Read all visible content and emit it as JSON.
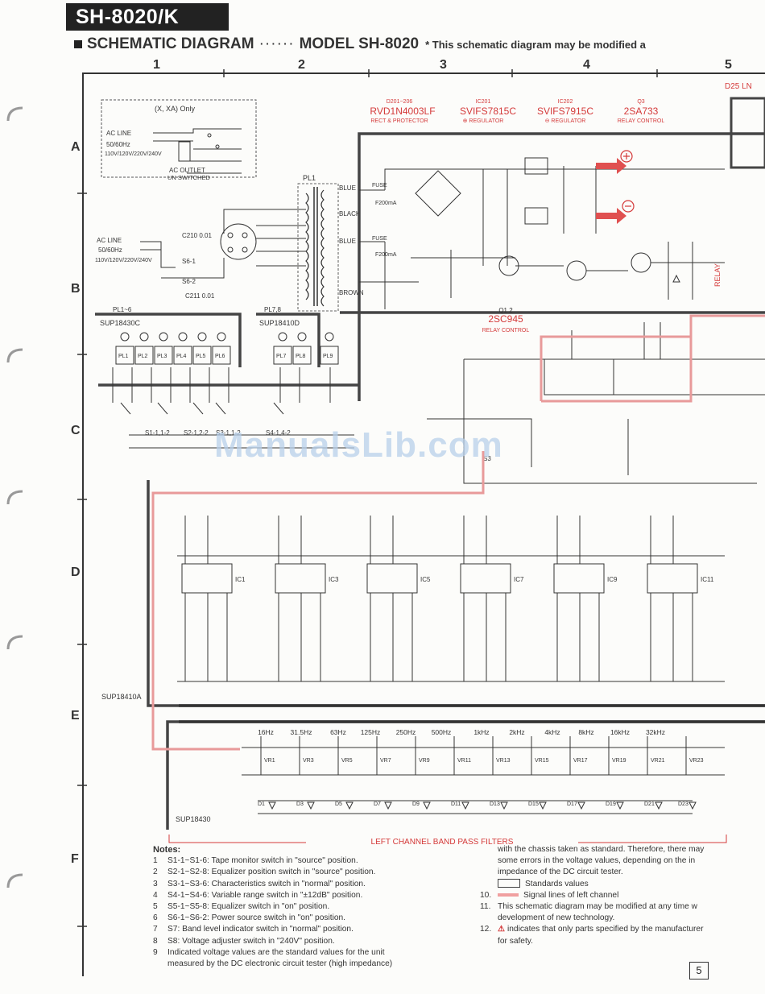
{
  "header": {
    "model_tag": "SH-8020/K",
    "title": "SCHEMATIC DIAGRAM",
    "dots": "······",
    "model": "MODEL SH-8020",
    "note": "* This schematic diagram may be modified a"
  },
  "grid": {
    "columns": [
      "1",
      "2",
      "3",
      "4",
      "5"
    ],
    "rows": [
      "A",
      "B",
      "C",
      "D",
      "E",
      "F"
    ]
  },
  "watermark": "ManualsLib.com",
  "power_section": {
    "export_box_title": "(X, XA) Only",
    "ac_line_1": "AC LINE",
    "ac_freq_1": "50/60Hz",
    "ac_volts_1": "110V/120V/220V/240V",
    "ac_outlet": "AC OUTLET",
    "unswitched": "UN SWITCHED",
    "ac_line_2": "AC LINE",
    "ac_freq_2": "50/60Hz",
    "ac_volts_2": "110V/120V/220V/240V",
    "fuse_1": "FUSE",
    "fuse_1_val": "F200mA",
    "fuse_2": "FUSE",
    "fuse_2_val": "F200mA",
    "wire_blue": "BLUE",
    "wire_black": "BLACK",
    "wire_blue2": "BLUE",
    "wire_brown": "BROWN",
    "s6_1": "S6-1",
    "s6_2": "S6-2",
    "c210": "C210 0.01",
    "c211": "C211 0.01",
    "pl1": "PL1"
  },
  "components": {
    "d201": {
      "ref": "D201~206",
      "part": "RVD1N4003LF",
      "desc": "RECT & PROTECTOR"
    },
    "ic201": {
      "ref": "IC201",
      "part": "SVIFS7815C",
      "desc": "⊕ REGULATOR"
    },
    "ic202": {
      "ref": "IC202",
      "part": "SVIFS7915C",
      "desc": "⊖ REGULATOR"
    },
    "q3": {
      "ref": "Q3",
      "part": "2SA733",
      "desc": "RELAY CONTROL"
    },
    "q12": {
      "ref": "Q1 2",
      "part": "2SC945",
      "desc": "RELAY CONTROL"
    },
    "ln": "D25 LN",
    "relay": "RELAY"
  },
  "switch_labels": {
    "pl_1_6": "PL1~6",
    "pl_7_8": "PL7,8",
    "sup_1": "SUP18430C",
    "sup_2": "SUP18410D",
    "sup_3": "SUP18410A",
    "sup_4": "SUP18430",
    "pl_items": [
      "PL1",
      "PL2",
      "PL3",
      "PL4",
      "PL5",
      "PL6"
    ],
    "pl_7": "PL7",
    "pl_8": "PL8",
    "pl_9": "PL9",
    "s1": "S1-1,1-2",
    "s2": "S2-1,2-2",
    "s3": "S3-1,1-2",
    "s4": "S4-1,4-2",
    "s3b": "S3"
  },
  "filter_ics": [
    "IC1",
    "IC3",
    "IC5",
    "IC7",
    "IC9",
    "IC11"
  ],
  "bands": {
    "labels": [
      "16Hz",
      "31.5Hz",
      "63Hz",
      "125Hz",
      "250Hz",
      "500Hz",
      "1kHz",
      "2kHz",
      "4kHz",
      "8kHz",
      "16kHz",
      "32kHz"
    ],
    "vr_labels": [
      "VR1",
      "VR3",
      "VR5",
      "VR7",
      "VR9",
      "VR11",
      "VR13",
      "VR15",
      "VR17",
      "VR19",
      "VR21",
      "VR23"
    ],
    "led_labels": [
      "D1",
      "D3",
      "D5",
      "D7",
      "D9",
      "D11",
      "D13",
      "D15",
      "D17",
      "D19",
      "D21",
      "D23"
    ],
    "caption": "LEFT CHANNEL BAND PASS FILTERS"
  },
  "notes": {
    "heading": "Notes:",
    "items": [
      {
        "n": "1",
        "text": "S1-1~S1-6: Tape monitor switch in \"source\" position."
      },
      {
        "n": "2",
        "text": "S2-1~S2-8: Equalizer position switch in \"source\" position."
      },
      {
        "n": "3",
        "text": "S3-1~S3-6: Characteristics switch in \"normal\" position."
      },
      {
        "n": "4",
        "text": "S4-1~S4-6: Variable range switch in \"±12dB\" position."
      },
      {
        "n": "5",
        "text": "S5-1~S5-8: Equalizer switch in \"on\" position."
      },
      {
        "n": "6",
        "text": "S6-1~S6-2: Power source switch in \"on\" position."
      },
      {
        "n": "7",
        "text": "S7: Band level indicator switch in \"normal\" position."
      },
      {
        "n": "8",
        "text": "S8: Voltage adjuster switch in \"240V\" position."
      },
      {
        "n": "9",
        "text": "Indicated voltage values are the standard values for the unit"
      },
      {
        "n": "",
        "text": "measured by the DC electronic circuit tester (high impedance)"
      }
    ],
    "right_lines": [
      {
        "n": "",
        "text": "with the chassis taken as standard. Therefore, there may"
      },
      {
        "n": "",
        "text": "some errors in the voltage values, depending on the in"
      },
      {
        "n": "",
        "text": "impedance of the DC circuit tester."
      },
      {
        "n": "",
        "text": "Standards values"
      },
      {
        "n": "10.",
        "text": "Signal lines of left channel"
      },
      {
        "n": "11.",
        "text": "This schematic diagram may be modified at any time w"
      },
      {
        "n": "",
        "text": "development of new technology."
      },
      {
        "n": "12.",
        "text": "indicates that only parts specified by the manufacturer"
      },
      {
        "n": "",
        "text": "for safety."
      }
    ]
  },
  "page_number": "5",
  "colors": {
    "ink": "#333333",
    "red_label": "#d43a3a",
    "signal_pink": "#f0a0a0",
    "watermark": "#b9d0ea"
  }
}
